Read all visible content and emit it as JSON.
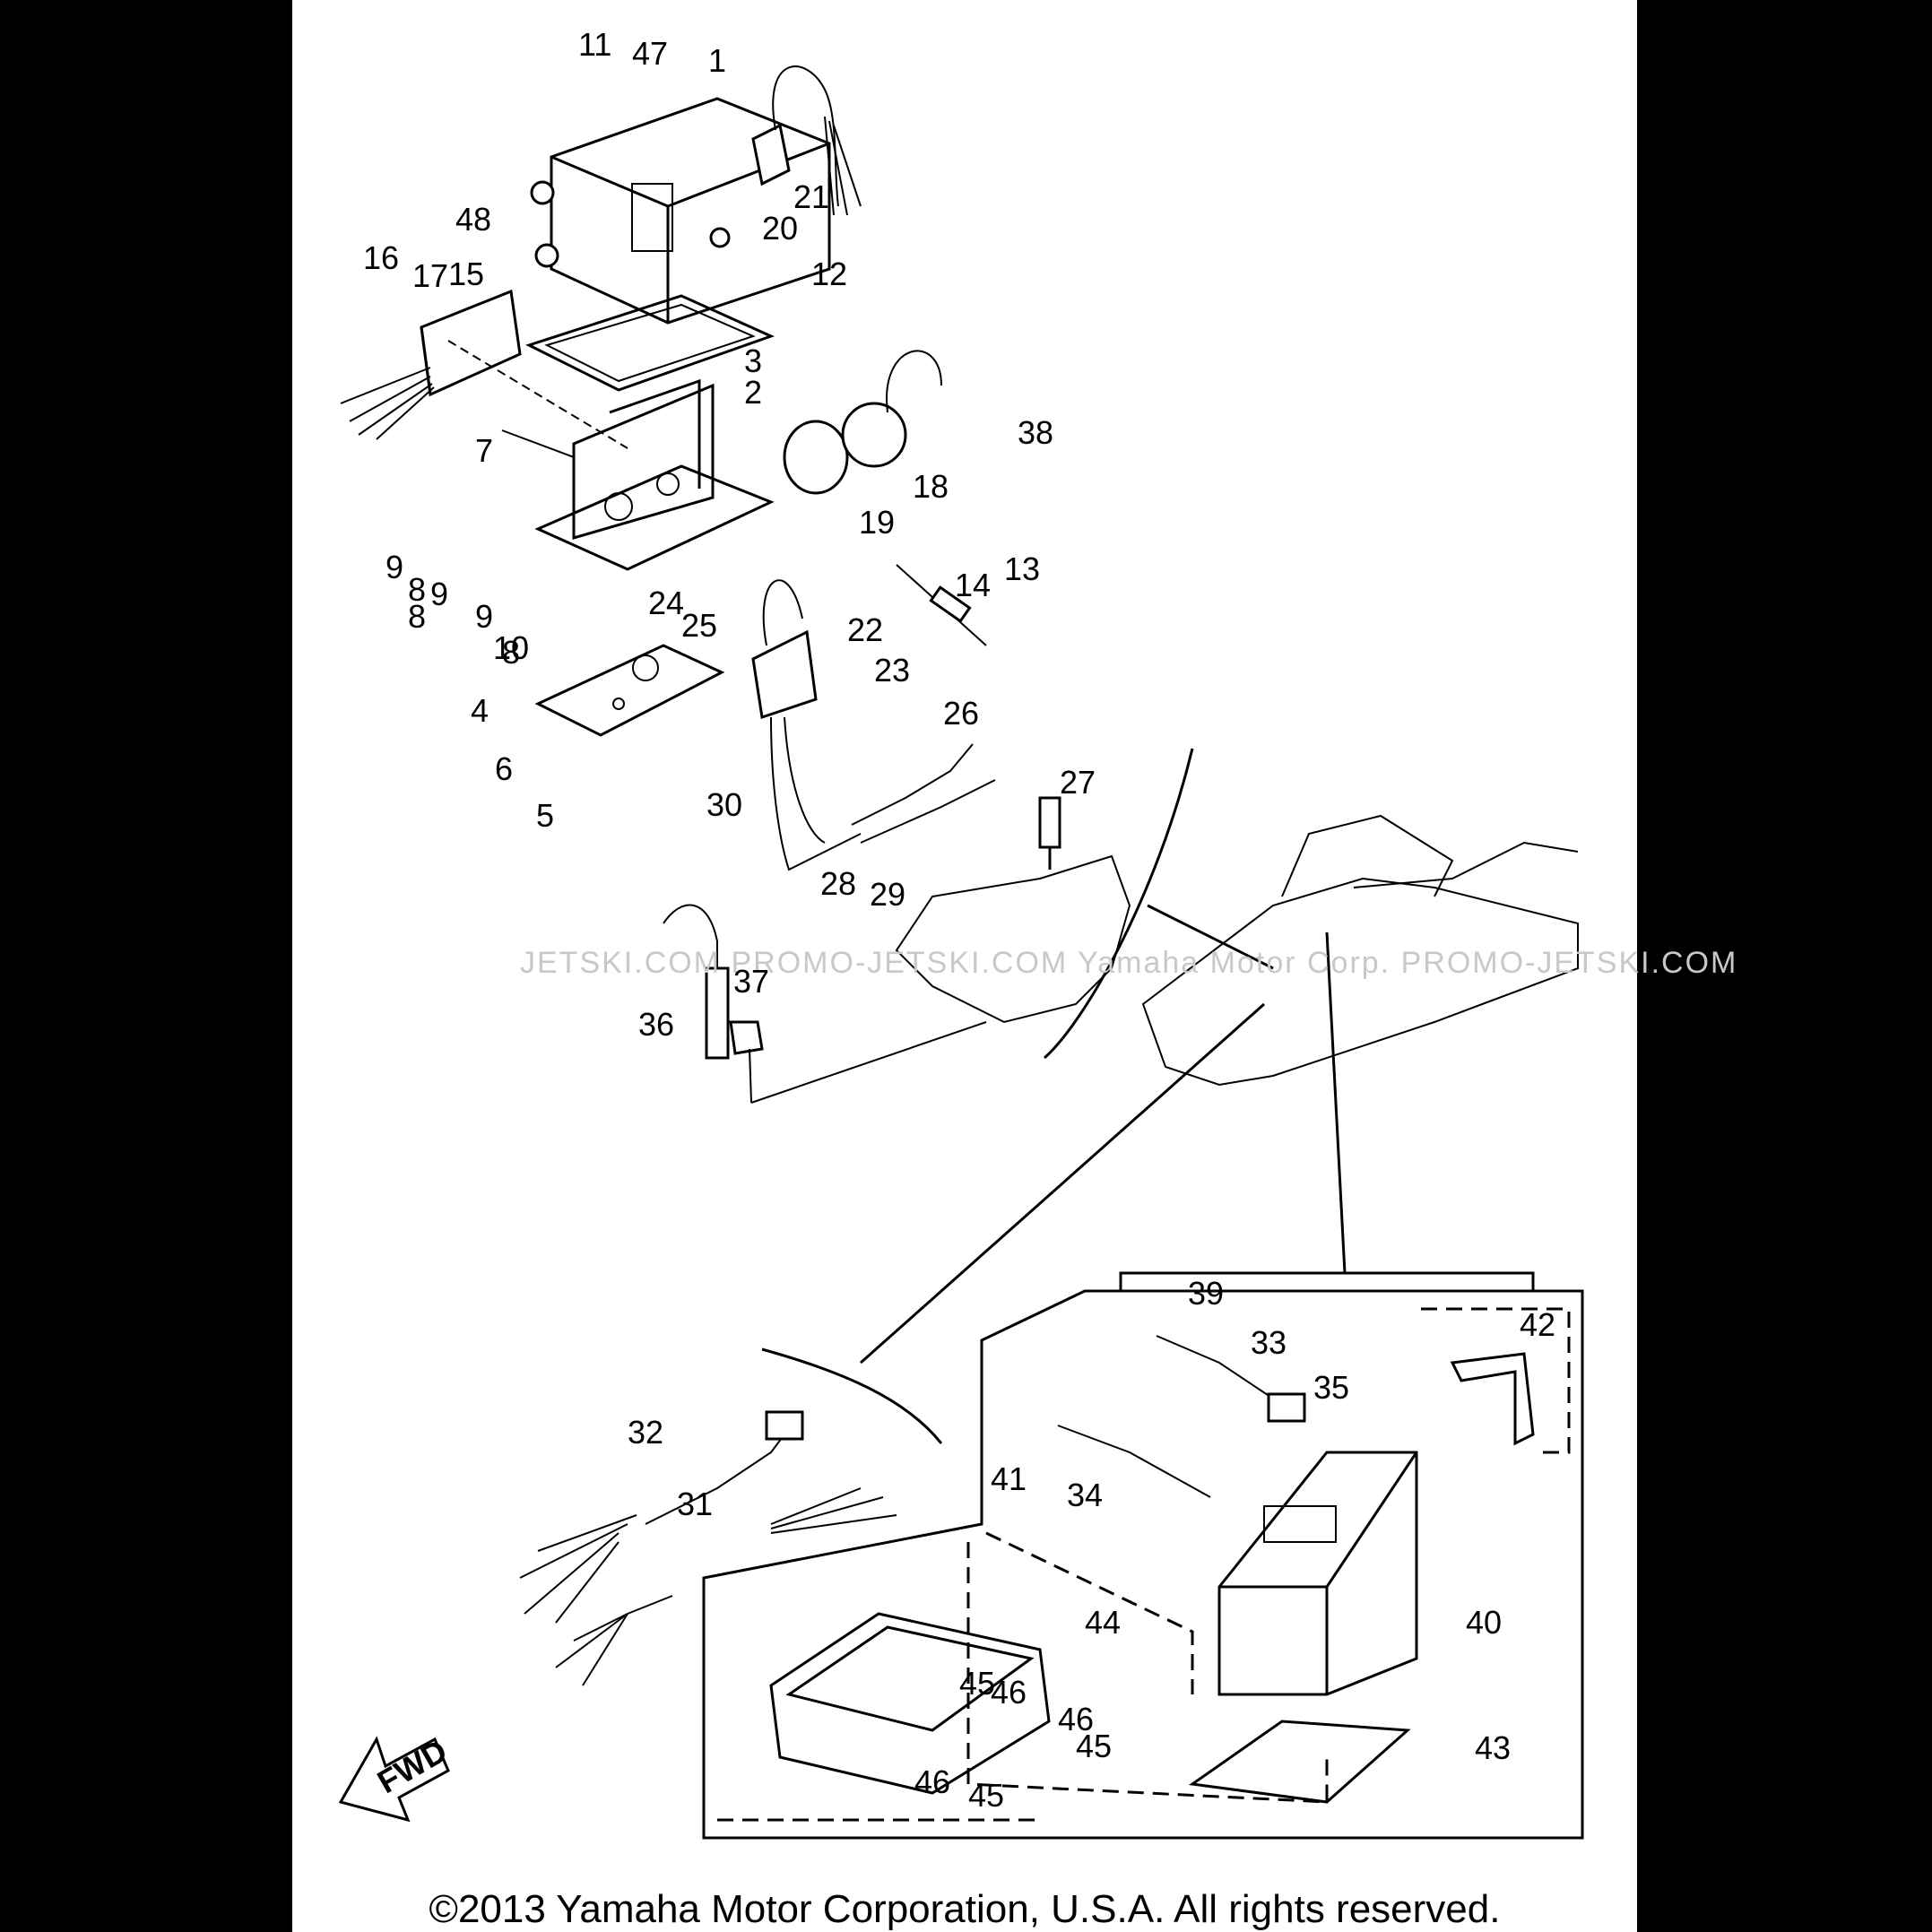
{
  "callouts": [
    "1",
    "2",
    "3",
    "4",
    "5",
    "6",
    "7",
    "8",
    "9",
    "10",
    "11",
    "12",
    "13",
    "14",
    "15",
    "16",
    "17",
    "18",
    "19",
    "20",
    "21",
    "22",
    "23",
    "24",
    "25",
    "26",
    "27",
    "28",
    "29",
    "30",
    "31",
    "32",
    "33",
    "34",
    "35",
    "36",
    "37",
    "38",
    "39",
    "40",
    "41",
    "42",
    "43",
    "44",
    "45",
    "46",
    "47",
    "48"
  ],
  "fwd_label": "FWD",
  "watermark": "JETSKI.COM  PROMO-JETSKI.COM   Yamaha Motor Corp.   PROMO-JETSKI.COM",
  "copyright": "©2013 Yamaha Motor Corporation, U.S.A. All rights reserved."
}
